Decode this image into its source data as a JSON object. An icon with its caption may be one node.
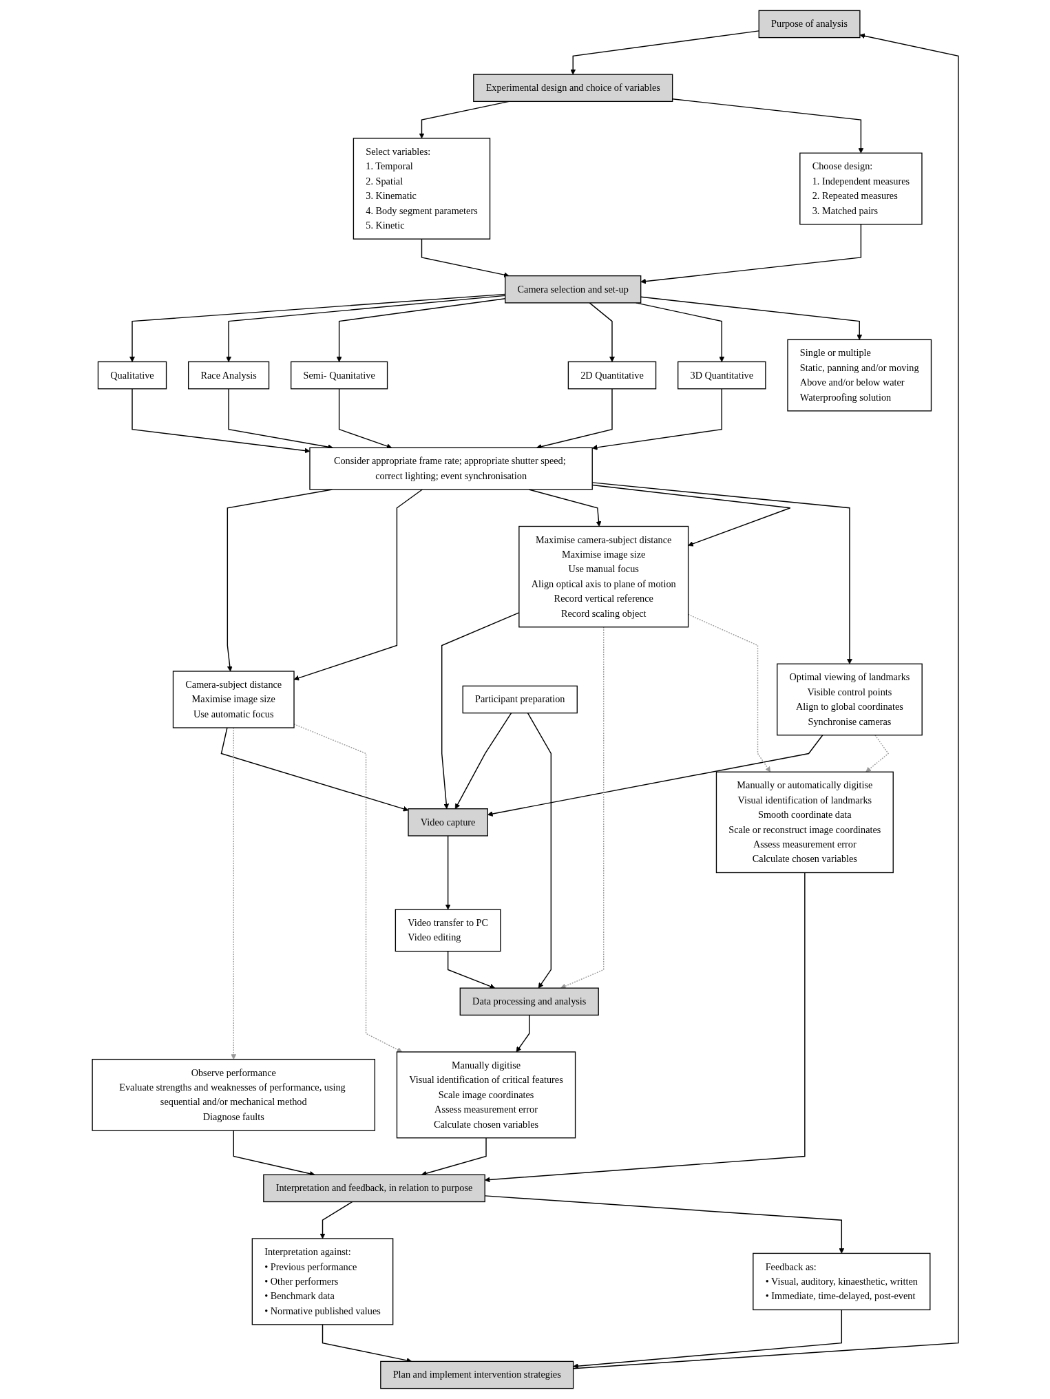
{
  "diagram": {
    "nodes": [
      {
        "text": [
          "Purpose of analysis"
        ]
      },
      {
        "text": [
          "Experimental design and choice of variables"
        ]
      },
      {
        "text": [
          "Select variables:",
          "1. Temporal",
          "2. Spatial",
          "3. Kinematic",
          "4. Body segment parameters",
          "5. Kinetic"
        ]
      },
      {
        "text": [
          "Choose design:",
          "1. Independent measures",
          "2. Repeated measures",
          "3. Matched pairs"
        ]
      },
      {
        "text": [
          "Camera selection and set-up"
        ]
      },
      {
        "text": [
          "Single or multiple",
          "Static, panning and/or moving",
          "Above and/or below water",
          "Waterproofing solution"
        ]
      },
      {
        "text": [
          "Qualitative"
        ]
      },
      {
        "text": [
          "Race Analysis"
        ]
      },
      {
        "text": [
          "Semi- Quanitative"
        ]
      },
      {
        "text": [
          "2D Quantitative"
        ]
      },
      {
        "text": [
          "3D Quantitative"
        ]
      },
      {
        "text": [
          "Consider appropriate frame rate; appropriate shutter speed; correct lighting; event synchronisation"
        ]
      },
      {
        "text": [
          "Camera-subject distance",
          "Maximise image size",
          "Use automatic focus"
        ]
      },
      {
        "text": [
          "Maximise camera-subject distance",
          "Maximise image size",
          "Use manual focus",
          "Align optical axis to plane of motion",
          "Record vertical reference",
          "Record scaling object"
        ]
      },
      {
        "text": [
          "Optimal viewing of landmarks",
          "Visible control points",
          "Align to global coordinates",
          "Synchronise cameras"
        ]
      },
      {
        "text": [
          "Participant preparation"
        ]
      },
      {
        "text": [
          "Video capture"
        ]
      },
      {
        "text": [
          "Video transfer to PC",
          "Video editing"
        ]
      },
      {
        "text": [
          "Data processing and analysis"
        ]
      },
      {
        "text": [
          "Observe performance",
          "Evaluate strengths and weaknesses of performance, using sequential and/or mechanical method",
          "Diagnose faults"
        ]
      },
      {
        "text": [
          "Manually digitise",
          "Visual identification of critical features",
          "Scale image coordinates",
          "Assess measurement error",
          "Calculate chosen variables"
        ]
      },
      {
        "text": [
          "Manually or automatically digitise",
          "Visual identification of landmarks",
          "Smooth coordinate data",
          "Scale or reconstruct image coordinates",
          "Assess measurement error",
          "Calculate chosen variables"
        ]
      },
      {
        "text": [
          "Interpretation and feedback, in relation to purpose"
        ]
      },
      {
        "text": [
          "Interpretation against:",
          "• Previous performance",
          "• Other performers",
          "• Benchmark data",
          "• Normative published values"
        ]
      },
      {
        "text": [
          "Feedback as:",
          "• Visual, auditory, kinaesthetic, written",
          "• Immediate, time-delayed, post-event"
        ]
      },
      {
        "text": [
          "Plan and implement intervention strategies"
        ]
      }
    ],
    "edges": [
      {
        "from": 0,
        "to": 1,
        "arrow": "to"
      },
      {
        "from": 1,
        "to": 2,
        "arrow": "to"
      },
      {
        "from": 1,
        "to": 3,
        "arrow": "to"
      },
      {
        "from": 2,
        "to": 4,
        "arrow": "to"
      },
      {
        "from": 3,
        "to": 4,
        "arrow": "to"
      },
      {
        "from": 4,
        "to": 6,
        "arrow": "to"
      },
      {
        "from": 4,
        "to": 7,
        "arrow": "to"
      },
      {
        "from": 4,
        "to": 8,
        "arrow": "to"
      },
      {
        "from": 4,
        "to": 9,
        "arrow": "to"
      },
      {
        "from": 4,
        "to": 10,
        "arrow": "to"
      },
      {
        "from": 4,
        "to": 5,
        "arrow": "to"
      },
      {
        "from": 6,
        "to": 11,
        "arrow": "to"
      },
      {
        "from": 7,
        "to": 11,
        "arrow": "to"
      },
      {
        "from": 8,
        "to": 11,
        "arrow": "to"
      },
      {
        "from": 9,
        "to": 11,
        "arrow": "to"
      },
      {
        "from": 10,
        "to": 11,
        "arrow": "to"
      },
      {
        "from": 11,
        "to": 12,
        "arrow": "to"
      },
      {
        "from": 11,
        "to": 12,
        "arrow": "to"
      },
      {
        "from": 11,
        "to": 13,
        "arrow": "to"
      },
      {
        "from": 11,
        "to": 13,
        "arrow": "to"
      },
      {
        "from": 11,
        "to": 14,
        "arrow": "to"
      },
      {
        "from": 12,
        "to": 16,
        "arrow": "to"
      },
      {
        "from": 13,
        "to": 16,
        "arrow": "to"
      },
      {
        "from": 14,
        "to": 16,
        "arrow": "to"
      },
      {
        "from": 15,
        "to": 16,
        "arrow": "to"
      },
      {
        "from": 16,
        "to": 17,
        "arrow": "to"
      },
      {
        "from": 15,
        "to": 18,
        "arrow": "to"
      },
      {
        "from": 17,
        "to": 18,
        "arrow": "to"
      },
      {
        "from": 12,
        "to": 19,
        "arrow": "to",
        "style": "dashed",
        "color": "#999999"
      },
      {
        "from": 12,
        "to": 20,
        "arrow": "to",
        "style": "dashed",
        "color": "#999999"
      },
      {
        "from": 13,
        "to": 18,
        "arrow": "to",
        "style": "dashed",
        "color": "#999999"
      },
      {
        "from": 13,
        "to": 21,
        "arrow": "to",
        "style": "dashed",
        "color": "#999999"
      },
      {
        "from": 14,
        "to": 21,
        "arrow": "to",
        "style": "dashed",
        "color": "#999999"
      },
      {
        "from": 18,
        "to": 20,
        "arrow": "to"
      },
      {
        "from": 19,
        "to": 22,
        "arrow": "to"
      },
      {
        "from": 20,
        "to": 22,
        "arrow": "to"
      },
      {
        "from": 21,
        "to": 22,
        "arrow": "to"
      },
      {
        "from": 22,
        "to": 23,
        "arrow": "to"
      },
      {
        "from": 22,
        "to": 24,
        "arrow": "to"
      },
      {
        "from": 23,
        "to": 25,
        "arrow": "to"
      },
      {
        "from": 24,
        "to": 25,
        "arrow": "to"
      },
      {
        "from": 25,
        "to": 0,
        "arrow": "to"
      }
    ]
  }
}
